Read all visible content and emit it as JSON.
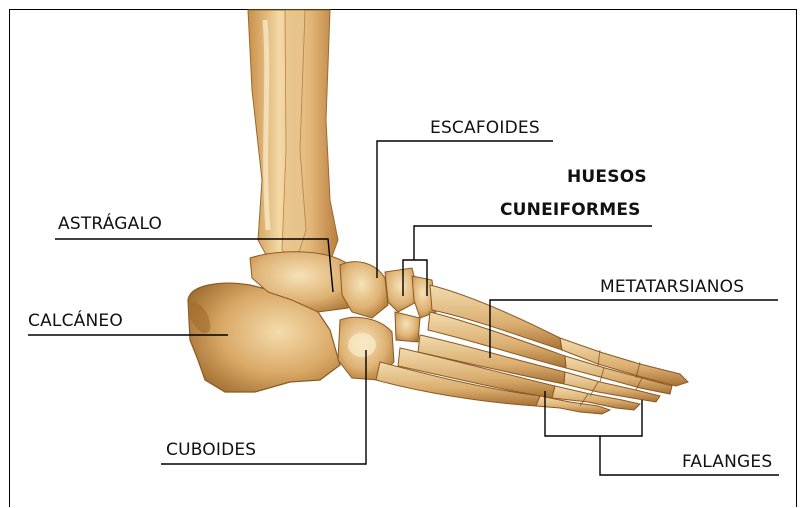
{
  "labels": {
    "escafoides": "ESCAFOIDES",
    "huesos": "HUESOS",
    "cuneiformes": "CUNEIFORMES",
    "astragalo": "ASTRÁGALO",
    "metatarsianos": "METATARSIANOS",
    "calcaneo": "CALCÁNEO",
    "cuboides": "CUBOIDES",
    "falanges": "FALANGES"
  },
  "colors": {
    "bone_light": "#f2d9a8",
    "bone_mid": "#dcae6a",
    "bone_dark": "#b07a38",
    "shadow": "#8a5a25",
    "leader": "#000000"
  }
}
